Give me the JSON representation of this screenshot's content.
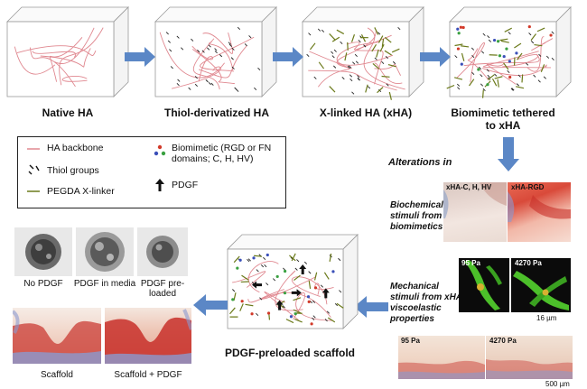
{
  "stages": [
    {
      "label": "Native HA"
    },
    {
      "label": "Thiol-derivatized HA"
    },
    {
      "label": "X-linked HA (xHA)"
    },
    {
      "label": "Biomimetic tethered to xHA"
    }
  ],
  "legend": {
    "items": [
      {
        "text": "HA backbone"
      },
      {
        "text": "Thiol groups"
      },
      {
        "text": "PEGDA X-linker"
      },
      {
        "text": "Biomimetic (RGD or FN domains; C, H, HV)"
      },
      {
        "text": "PDGF"
      }
    ]
  },
  "alterations": {
    "title": "Alterations in",
    "biochemical": {
      "label": "Biochemical stimuli from biomimetics",
      "panel_left": "xHA-C, H, HV",
      "panel_right": "xHA-RGD"
    },
    "mechanical": {
      "label": "Mechanical stimuli from xHA viscoelastic properties",
      "panel_left": "95 Pa",
      "panel_right": "4270 Pa",
      "scale": "16 µm"
    },
    "tissue": {
      "panel_left": "95 Pa",
      "panel_right": "4270 Pa",
      "scale": "500 µm"
    }
  },
  "scaffold": {
    "label": "PDGF-preloaded scaffold"
  },
  "outcomes": {
    "spheroids": [
      {
        "label": "No PDGF"
      },
      {
        "label": "PDGF in media"
      },
      {
        "label": "PDGF pre-loaded"
      }
    ],
    "sections": [
      {
        "label": "Scaffold"
      },
      {
        "label": "Scaffold + PDGF"
      }
    ]
  },
  "colors": {
    "ha_backbone": "#e08890",
    "pegda": "#6b7a1a",
    "arrow": "#5b87c6",
    "tissue_red": "#c8302a",
    "tissue_pink": "#f0c0b0",
    "fluor_green": "#4cbf2a"
  }
}
